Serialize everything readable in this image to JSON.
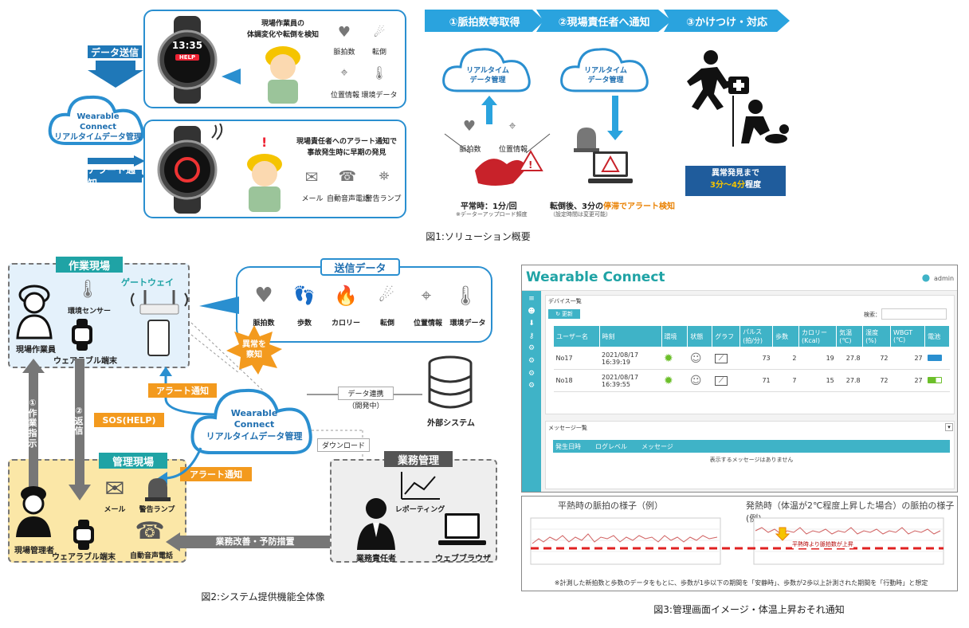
{
  "fig1": {
    "data_send": "データ送信",
    "alert_notify": "アラート通知",
    "cloud_title": "Wearable",
    "cloud_title2": "Connect",
    "cloud_sub": "リアルタイムデータ管理",
    "watch_time": "13:35",
    "watch_help": "HELP",
    "worker_text1": "現場作業員の",
    "worker_text2": "体調変化や転倒を検知",
    "sensor_pulse": "脈拍数",
    "sensor_fall": "転倒",
    "sensor_location": "位置情報",
    "sensor_env": "環境データ",
    "manager_text1": "現場責任者へのアラート通知で",
    "manager_text2": "事故発生時に早期の発見",
    "notify_mail": "メール",
    "notify_call": "自動音声電話",
    "notify_lamp": "警告ランプ",
    "step1": "①脈拍数等取得",
    "step2": "②現場責任者へ通知",
    "step3": "③かけつけ・対応",
    "rt_cloud1": "リアルタイム",
    "rt_cloud2": "データ管理",
    "s_pulse": "脈拍数",
    "s_location": "位置情報",
    "normal_time": "平常時：1分/回",
    "normal_note": "※データーアップロード頻度",
    "fall_alert_pre": "転倒後、3分の",
    "fall_alert_hl": "停滞でアラート検知",
    "fall_note": "（設定時間は変更可能）",
    "discover1": "異常発見まで",
    "discover2": "3分〜4分",
    "discover3": "程度",
    "caption": "図1:ソリューション概要"
  },
  "fig2": {
    "site_tag": "作業現場",
    "gateway": "ゲートウェイ",
    "env_sensor": "環境センサー",
    "worker": "現場作業員",
    "wearable": "ウェアラブル端末",
    "send_data_tag": "送信データ",
    "d_pulse": "脈拍数",
    "d_steps": "歩数",
    "d_cal": "カロリー",
    "d_fall": "転倒",
    "d_loc": "位置情報",
    "d_env": "環境データ",
    "anomaly1": "異常を",
    "anomaly2": "察知",
    "alert1": "アラート通知",
    "alert2": "アラート通知",
    "sos": "SOS(HELP)",
    "instruct": "①作業指示",
    "reply": "②返信",
    "data_link1": "データ連携",
    "data_link2": "（開発中）",
    "external": "外部システム",
    "download": "ダウンロード",
    "cloud1": "Wearable",
    "cloud2": "Connect",
    "cloud3": "リアルタイムデータ管理",
    "mgmt_tag": "管理現場",
    "mgr": "現場管理者",
    "mgr_wearable": "ウェアラブル端末",
    "mail": "メール",
    "lamp": "警告ランプ",
    "call": "自動音声電話",
    "biz_tag": "業務管理",
    "reporting": "レポーティング",
    "biz_mgr": "業務責任者",
    "browser": "ウェブブラウザ",
    "improve": "業務改善・予防措置",
    "caption": "図2:システム提供機能全体像"
  },
  "fig3": {
    "app_title": "Wearable Connect",
    "user": "admin",
    "device_list": "デバイス一覧",
    "refresh": "更新",
    "search": "検索：",
    "columns": [
      "ユーザー名",
      "時刻",
      "環境",
      "状態",
      "グラフ",
      "パルス (拍/分)",
      "歩数",
      "カロリー (Kcal)",
      "気温 (℃)",
      "湿度 (%)",
      "WBGT (℃)",
      "電池"
    ],
    "rows": [
      {
        "user": "No17",
        "time": "2021/08/17 16:39:19",
        "pulse": "73",
        "steps": "2",
        "cal": "19",
        "temp": "27.8",
        "hum": "72",
        "wbgt": "27"
      },
      {
        "user": "No18",
        "time": "2021/08/17 16:39:55",
        "pulse": "71",
        "steps": "7",
        "cal": "15",
        "temp": "27.8",
        "hum": "72",
        "wbgt": "27"
      }
    ],
    "msg_list": "メッセージ一覧",
    "msg_cols": [
      "発生日時",
      "ログレベル",
      "メッセージ"
    ],
    "msg_empty": "表示するメッセージはありません",
    "graph_normal": "平熱時の脈拍の様子（例）",
    "graph_fever": "発熱時（体温が2℃程度上昇した場合）の脈拍の様子(例)",
    "graph_arrow": "平熱時より脈拍数が上昇",
    "graph_note": "※計測した新拍数と歩数のデータをもとに、歩数が1歩以下の期間を「安静時」、歩数が2歩以上計測された期間を「行動時」と想定",
    "caption": "図3:管理画面イメージ・体温上昇おそれ通知"
  }
}
